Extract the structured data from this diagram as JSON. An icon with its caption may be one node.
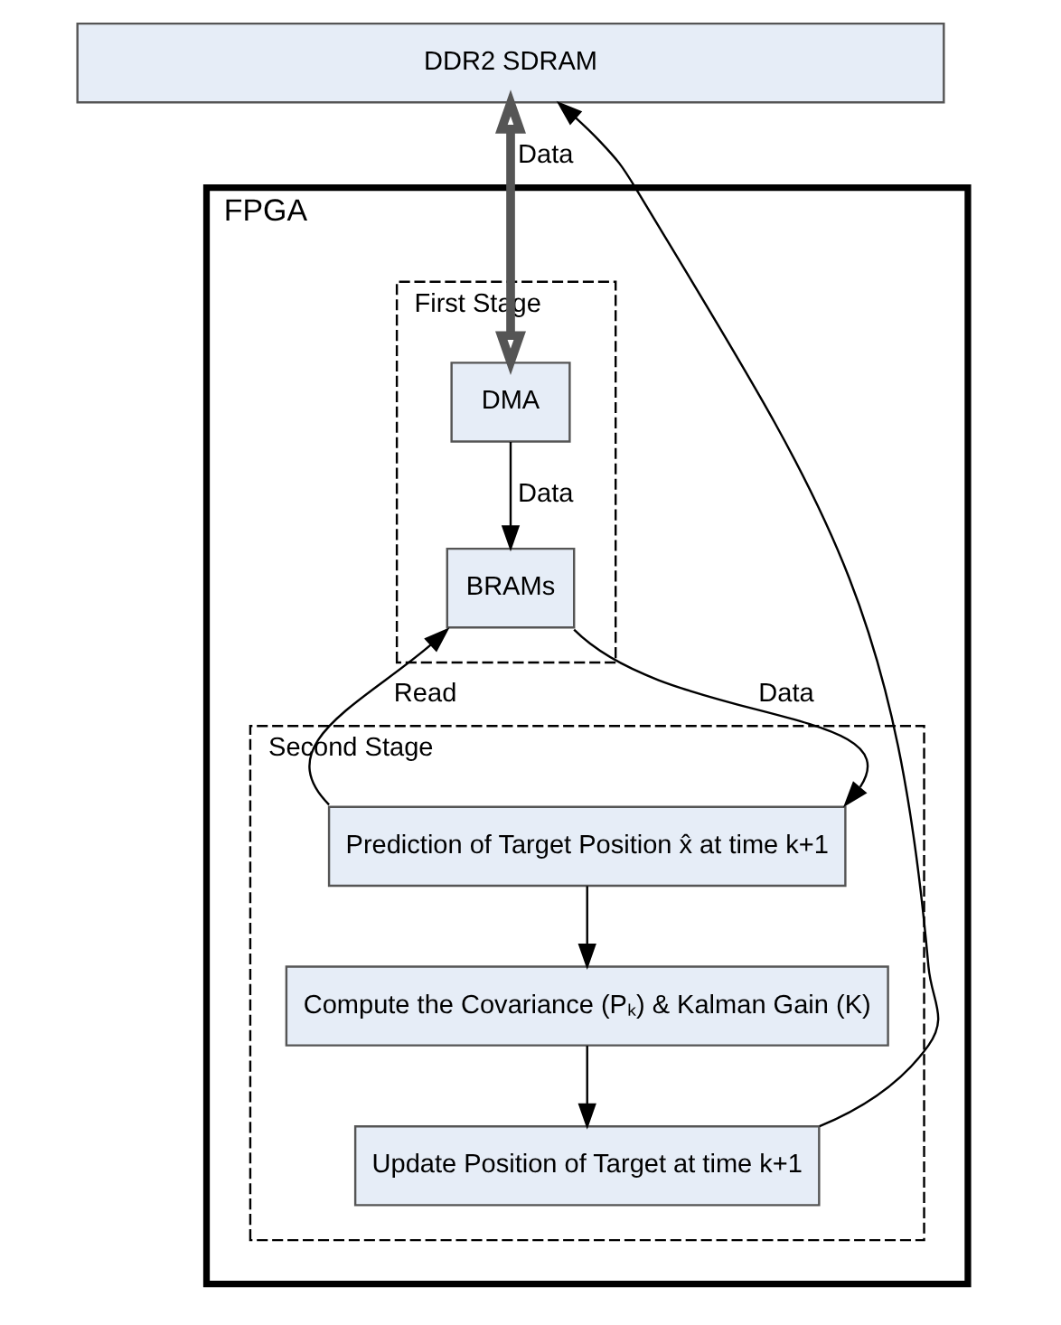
{
  "diagram": {
    "nodes": [
      {
        "text": [
          "DDR2 SDRAM"
        ]
      },
      {
        "text": [
          "FPGA"
        ]
      },
      {
        "text": [
          "First Stage"
        ],
        "in": 1
      },
      {
        "text": [
          "DMA"
        ],
        "in": 2
      },
      {
        "text": [
          "BRAMs"
        ],
        "in": 2
      },
      {
        "text": [
          "Second Stage"
        ],
        "in": 1
      },
      {
        "text": [
          "Prediction of Target Position x̂ at time k+1"
        ],
        "in": 5
      },
      {
        "text": [
          "Compute the Covariance (Pₖ) & Kalman Gain (K)"
        ],
        "in": 5
      },
      {
        "text": [
          "Update Position of Target at time k+1"
        ],
        "in": 5
      }
    ],
    "edges": [
      {
        "from": 0,
        "to": 3,
        "arrow": "both",
        "label": "Data",
        "style": "thick"
      },
      {
        "from": 3,
        "to": 4,
        "arrow": "to",
        "label": "Data"
      },
      {
        "from": 4,
        "to": 6,
        "arrow": "to",
        "label": "Data"
      },
      {
        "from": 6,
        "to": 4,
        "arrow": "to",
        "label": "Read"
      },
      {
        "from": 6,
        "to": 7,
        "arrow": "to"
      },
      {
        "from": 7,
        "to": 8,
        "arrow": "to"
      },
      {
        "from": 8,
        "to": 0,
        "arrow": "to"
      }
    ]
  }
}
